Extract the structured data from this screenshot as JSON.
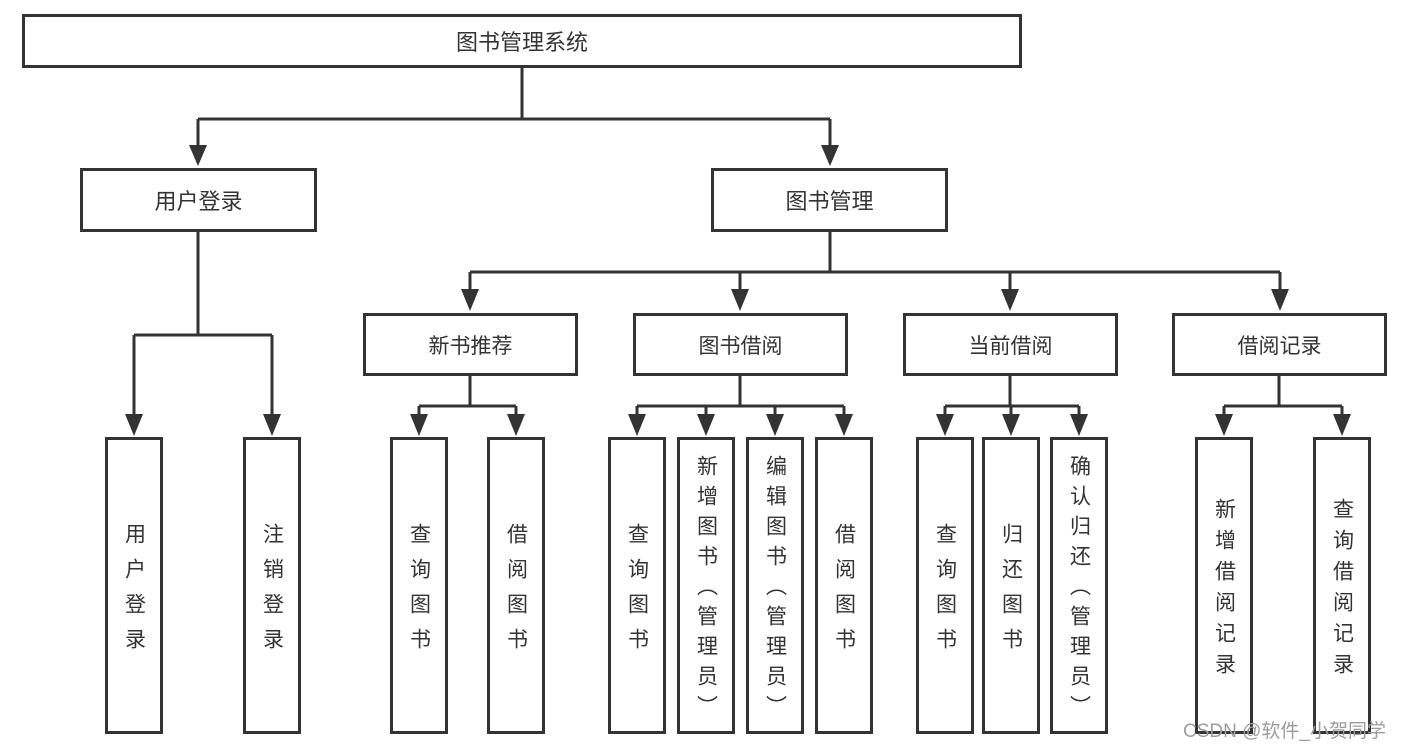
{
  "diagram": {
    "root": {
      "label": "图书管理系统"
    },
    "level1": [
      {
        "label": "用户登录",
        "parent": "图书管理系统"
      },
      {
        "label": "图书管理",
        "parent": "图书管理系统"
      }
    ],
    "level2": [
      {
        "label": "新书推荐",
        "parent": "图书管理"
      },
      {
        "label": "图书借阅",
        "parent": "图书管理"
      },
      {
        "label": "当前借阅",
        "parent": "图书管理"
      },
      {
        "label": "借阅记录",
        "parent": "图书管理"
      }
    ],
    "leaves": [
      {
        "label": "用户登录",
        "parent": "用户登录"
      },
      {
        "label": "注销登录",
        "parent": "用户登录"
      },
      {
        "label": "查询图书",
        "parent": "新书推荐"
      },
      {
        "label": "借阅图书",
        "parent": "新书推荐"
      },
      {
        "label": "查询图书",
        "parent": "图书借阅"
      },
      {
        "label": "新增图书（管理员）",
        "parent": "图书借阅"
      },
      {
        "label": "编辑图书（管理员）",
        "parent": "图书借阅"
      },
      {
        "label": "借阅图书",
        "parent": "图书借阅"
      },
      {
        "label": "查询图书",
        "parent": "当前借阅"
      },
      {
        "label": "归还图书",
        "parent": "当前借阅"
      },
      {
        "label": "确认归还（管理员）",
        "parent": "当前借阅"
      },
      {
        "label": "新增借阅记录",
        "parent": "借阅记录"
      },
      {
        "label": "查询借阅记录",
        "parent": "借阅记录"
      }
    ]
  },
  "watermark": {
    "text": "CSDN @软件_小贺同学"
  },
  "colors": {
    "line": "#333333",
    "text": "#333333",
    "box_background": "#ffffff",
    "page_background": "#ffffff",
    "watermark": "#9c9c9c"
  }
}
